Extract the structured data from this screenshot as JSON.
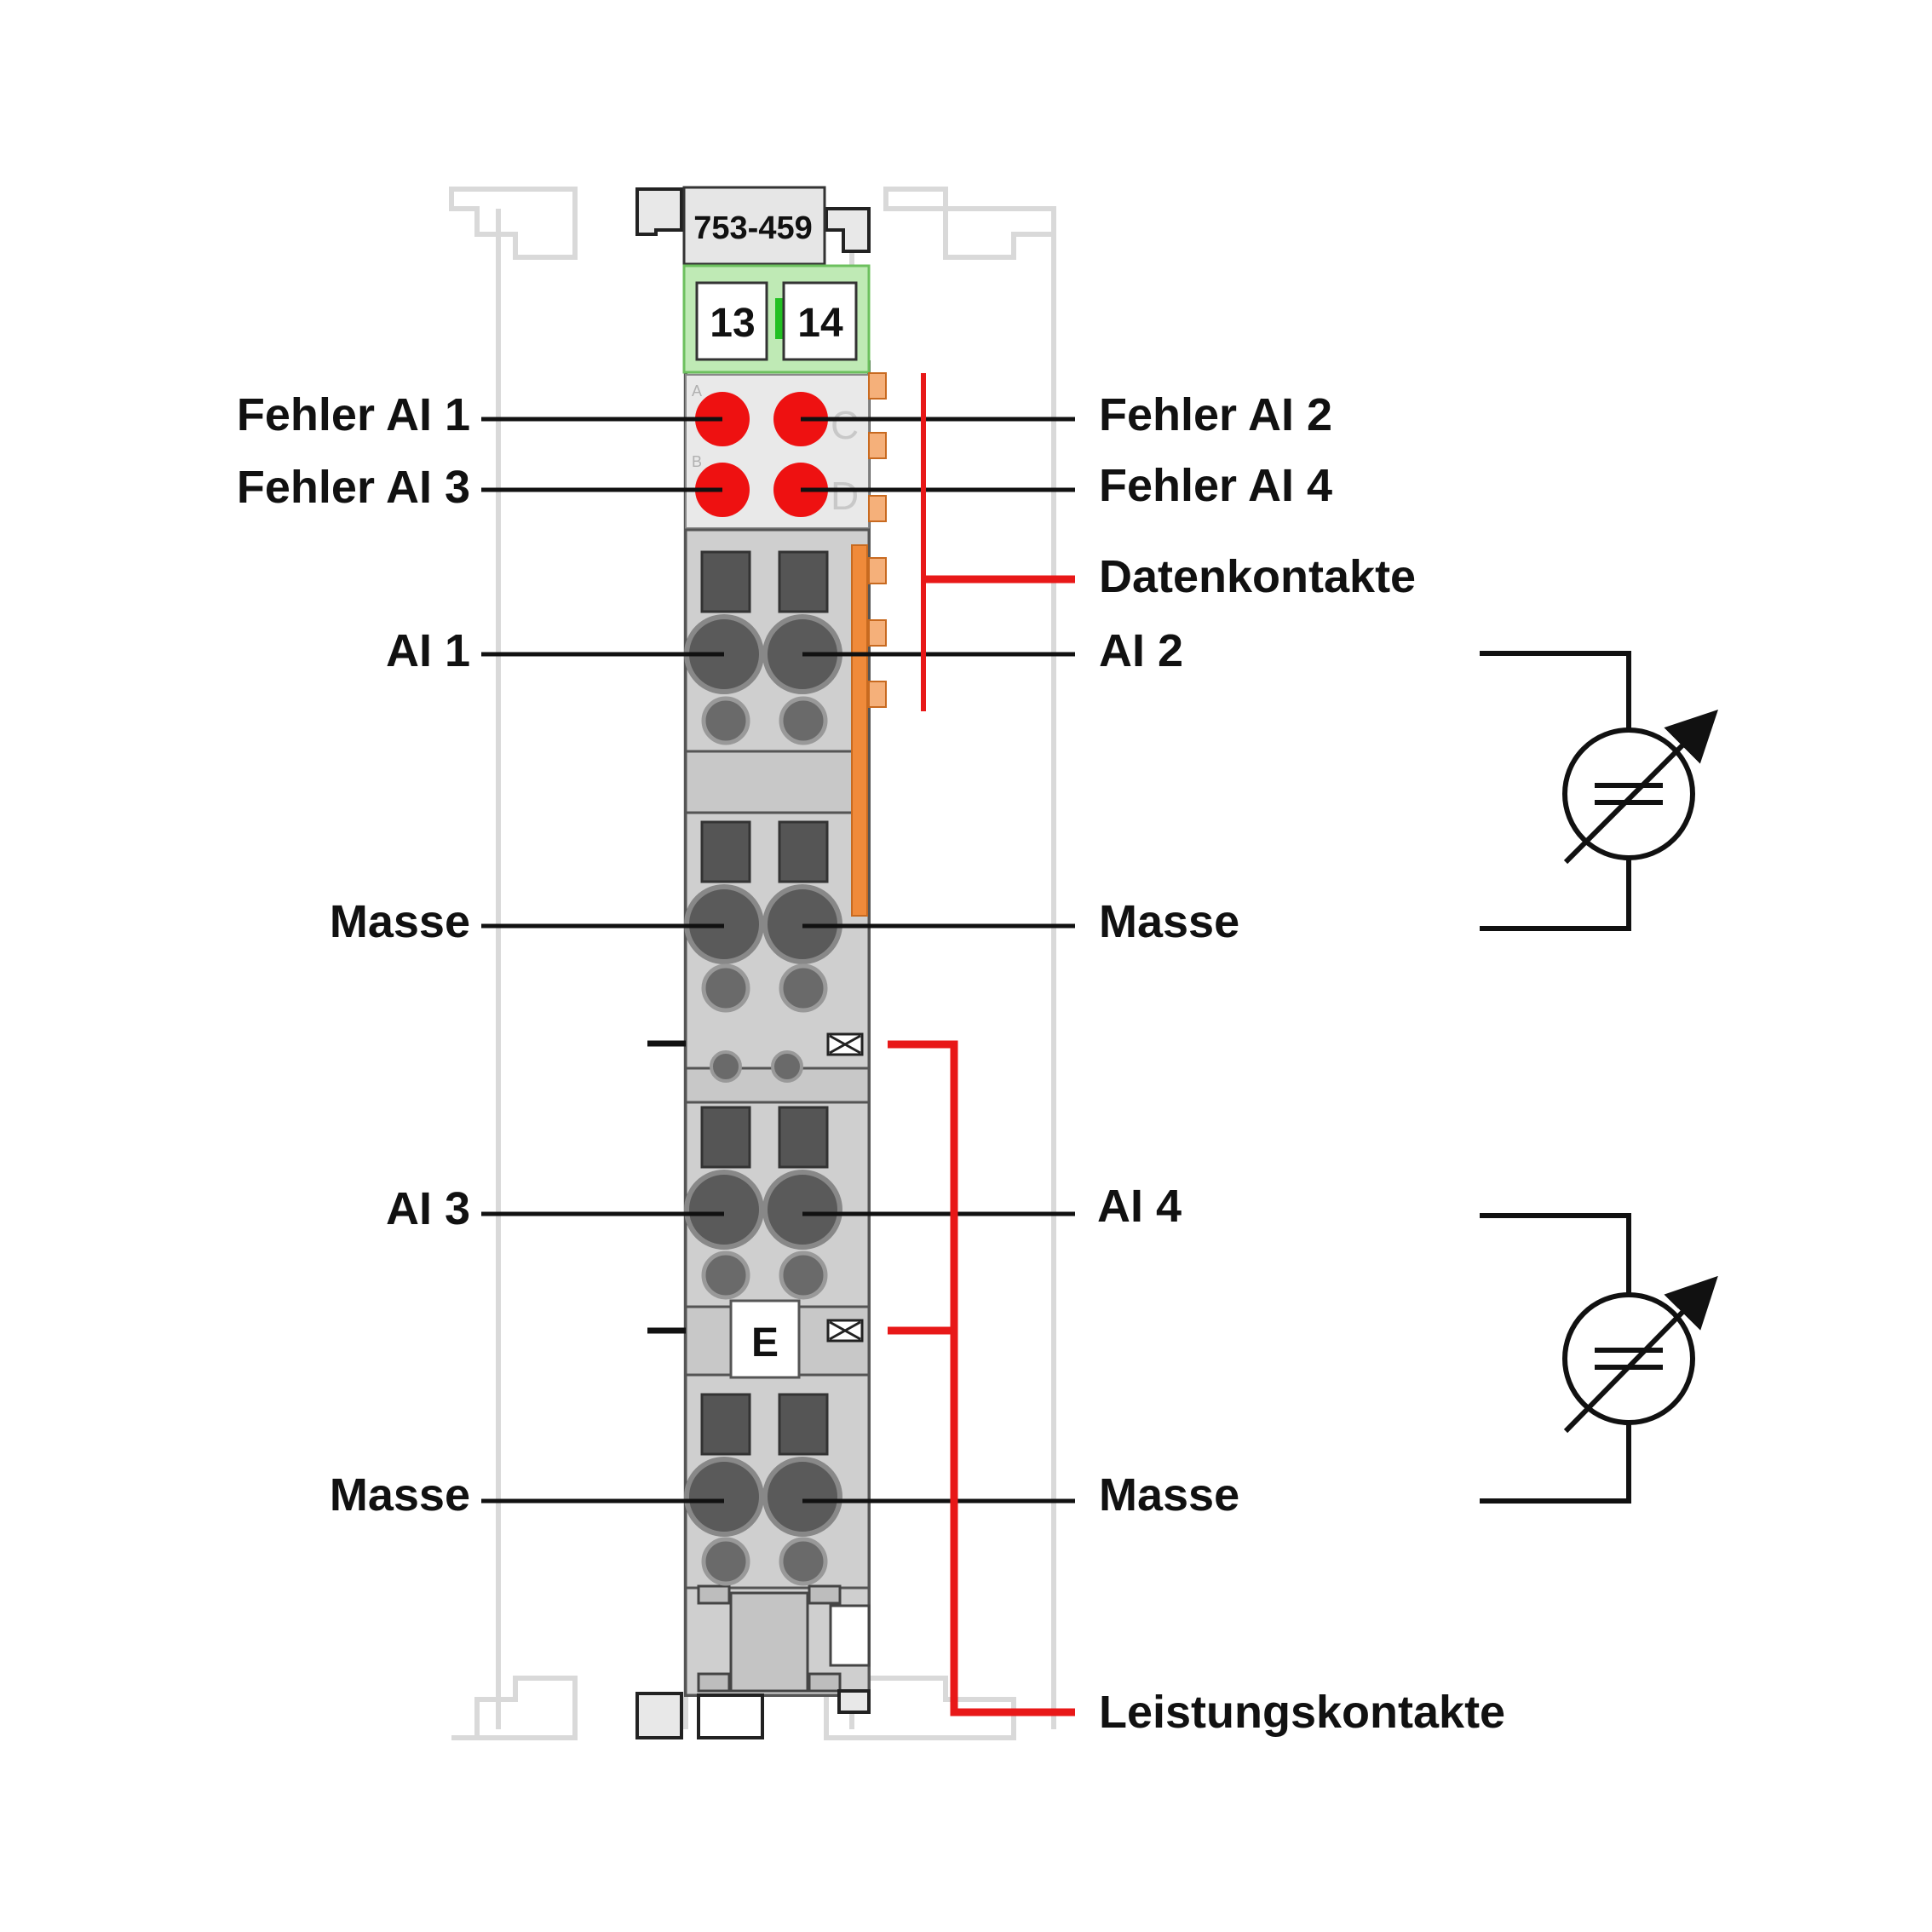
{
  "module": {
    "part_number": "753-459",
    "marker_left": "13",
    "marker_right": "14",
    "led_letters": [
      "A",
      "B",
      "C",
      "D"
    ],
    "earth_marker": "E",
    "colors": {
      "led": "#ee1111",
      "marker_strip": "#a8e6a0",
      "data_contacts": "#f08a3a",
      "bracket": "#e81818",
      "housing": "#d0d0d0"
    }
  },
  "labels": {
    "left": {
      "fehler_ai1": "Fehler AI 1",
      "fehler_ai3": "Fehler AI 3",
      "ai1": "AI 1",
      "masse1": "Masse",
      "ai3": "AI 3",
      "masse2": "Masse"
    },
    "right": {
      "fehler_ai2": "Fehler AI 2",
      "fehler_ai4": "Fehler AI 4",
      "datenkontakte": "Datenkontakte",
      "ai2": "AI 2",
      "masse1": "Masse",
      "ai4": "AI 4",
      "masse2": "Masse",
      "leistungskontakte": "Leistungskontakte"
    }
  },
  "sensors": [
    {
      "symbol": "variable-source-icon"
    },
    {
      "symbol": "variable-source-icon"
    }
  ]
}
